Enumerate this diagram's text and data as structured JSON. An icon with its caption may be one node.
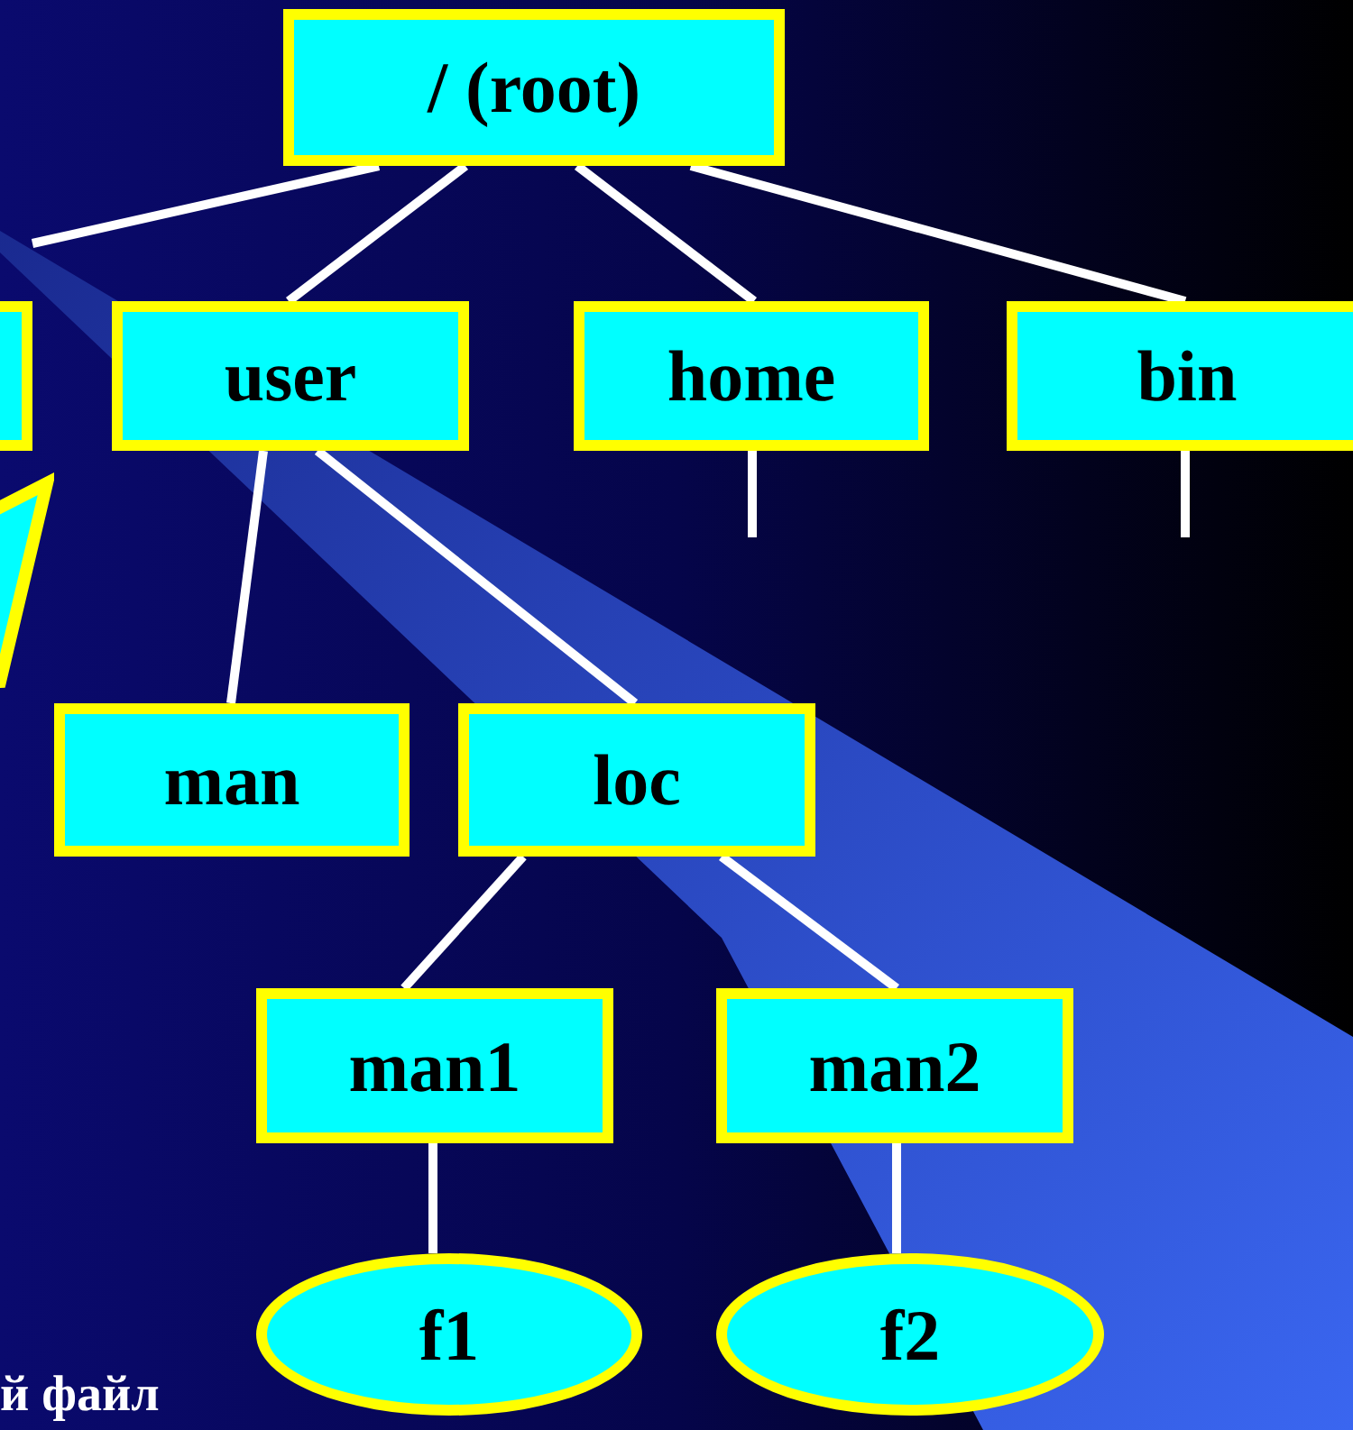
{
  "diagram": {
    "nodes": [
      {
        "text": [
          "/ (root)"
        ]
      },
      {
        "text": [],
        "shape": "box"
      },
      {
        "text": [
          "user"
        ]
      },
      {
        "text": [
          "home"
        ]
      },
      {
        "text": [
          "bin"
        ]
      },
      {
        "text": [
          "man"
        ]
      },
      {
        "text": [
          "loc"
        ]
      },
      {
        "text": [
          "man1"
        ]
      },
      {
        "text": [
          "man2"
        ]
      },
      {
        "text": [
          "f1"
        ]
      },
      {
        "text": [
          "f2"
        ]
      },
      {
        "text": [],
        "shape": "triangle"
      }
    ],
    "edges": [
      {
        "from": 0,
        "to": 1,
        "arrow": "none"
      },
      {
        "from": 0,
        "to": 2,
        "arrow": "none"
      },
      {
        "from": 0,
        "to": 3,
        "arrow": "none"
      },
      {
        "from": 0,
        "to": 4,
        "arrow": "none"
      },
      {
        "from": 3,
        "to": null,
        "arrow": "none"
      },
      {
        "from": 4,
        "to": null,
        "arrow": "none"
      },
      {
        "from": 2,
        "to": 5,
        "arrow": "none"
      },
      {
        "from": 2,
        "to": 6,
        "arrow": "none"
      },
      {
        "from": 6,
        "to": 7,
        "arrow": "none"
      },
      {
        "from": 6,
        "to": 8,
        "arrow": "none"
      },
      {
        "from": 7,
        "to": 9,
        "arrow": "none"
      },
      {
        "from": 8,
        "to": 10,
        "arrow": "none"
      }
    ],
    "labels": [
      "й файл"
    ]
  }
}
